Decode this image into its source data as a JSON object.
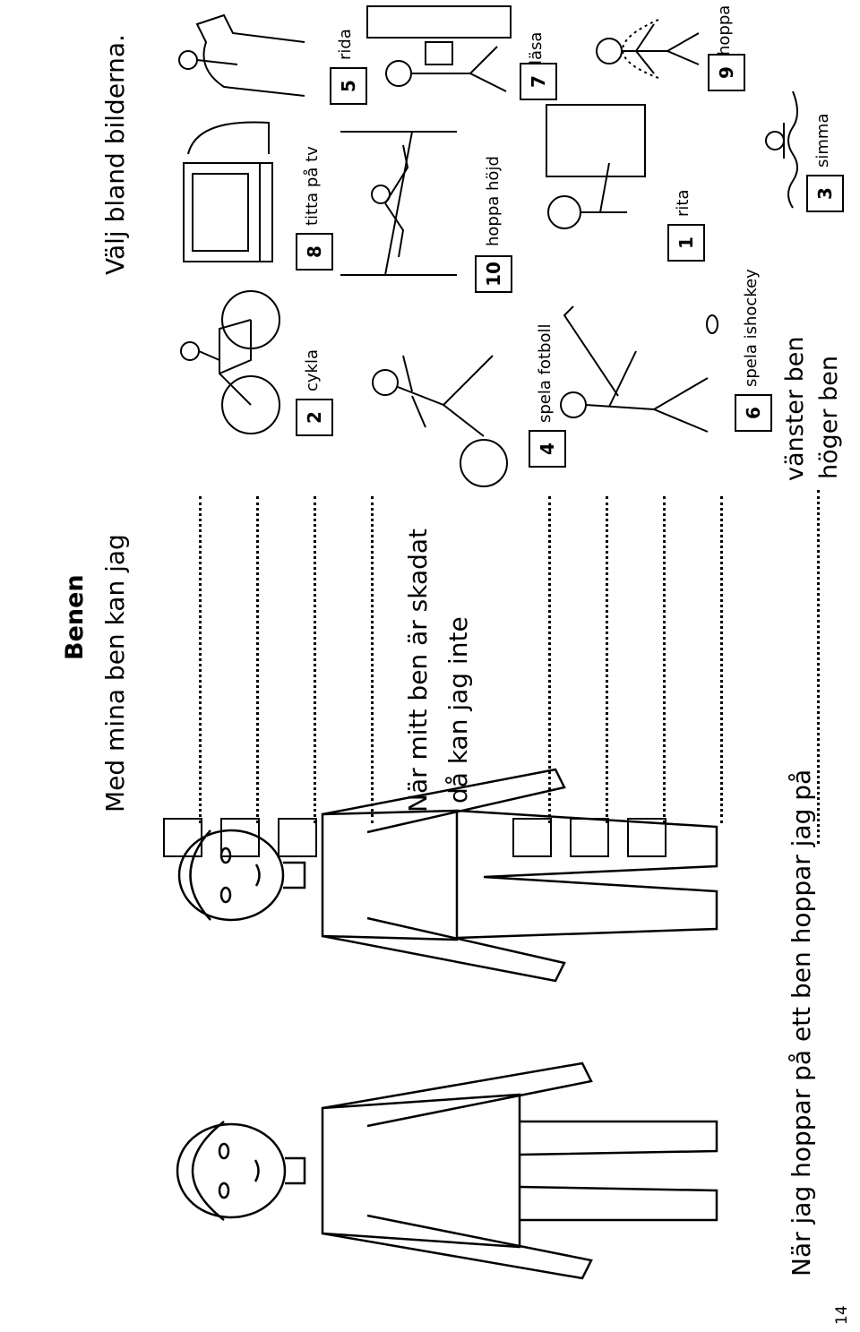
{
  "page_number": "14",
  "title": "Benen",
  "heading_1": "Med mina ben kan jag",
  "instruction": "Välj bland bilderna.",
  "heading_2_line1": "När mitt ben är skadat",
  "heading_2_line2": "då kan jag inte",
  "question_hop": "När jag hoppar på ett ben hoppar jag på",
  "hop_options": [
    "vänster ben",
    "höger ben"
  ],
  "activities": [
    {
      "number": "2",
      "label": "cykla",
      "icon": "bicycle-icon"
    },
    {
      "number": "8",
      "label": "titta på tv",
      "icon": "tv-icon"
    },
    {
      "number": "5",
      "label": "rida",
      "icon": "horse-rider-icon"
    },
    {
      "number": "4",
      "label": "spela fotboll",
      "icon": "football-player-icon"
    },
    {
      "number": "10",
      "label": "hoppa höjd",
      "icon": "high-jump-icon"
    },
    {
      "number": "7",
      "label": "läsa",
      "icon": "reading-icon"
    },
    {
      "number": "6",
      "label": "spela ishockey",
      "icon": "ice-hockey-icon"
    },
    {
      "number": "1",
      "label": "rita",
      "icon": "drawing-icon"
    },
    {
      "number": "9",
      "label": "hoppa rep",
      "icon": "jump-rope-icon"
    },
    {
      "number": "3",
      "label": "simma",
      "icon": "swimming-icon"
    }
  ]
}
